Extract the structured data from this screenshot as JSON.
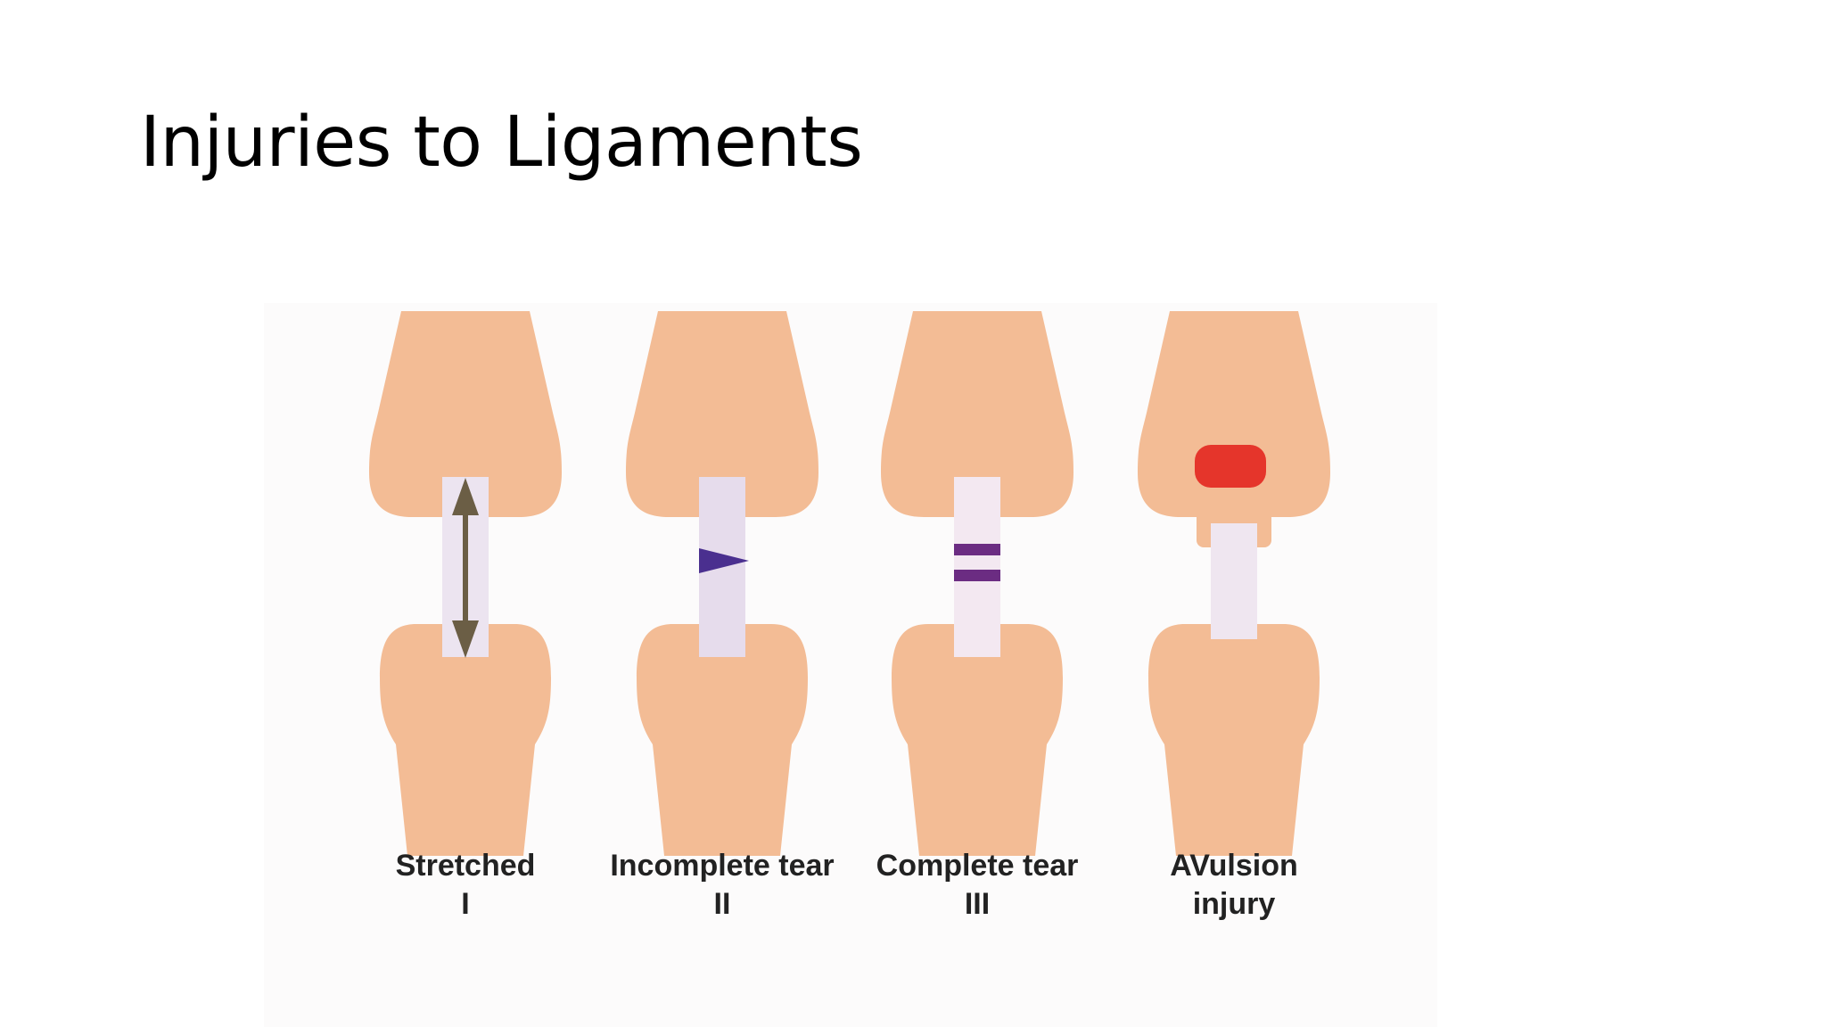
{
  "slide": {
    "title": "Injuries to Ligaments"
  },
  "diagram": {
    "panels": [
      {
        "key": "stretched",
        "caption_line1": "Stretched",
        "caption_line2": "I",
        "ligament_color": "#ece4f0",
        "marker": "double-arrow",
        "marker_color": "#6b5e45"
      },
      {
        "key": "incomplete",
        "caption_line1": "Incomplete tear",
        "caption_line2": "II",
        "ligament_color": "#e6dcec",
        "marker": "wedge",
        "marker_color": "#4a2f8f"
      },
      {
        "key": "complete",
        "caption_line1": "Complete tear",
        "caption_line2": "III",
        "ligament_color": "#f3e8f1",
        "marker": "double-bar",
        "marker_color": "#6b2c82"
      },
      {
        "key": "avulsion",
        "caption_line1": "AVulsion",
        "caption_line2": "injury",
        "ligament_color": "#efe6f0",
        "marker": "bone-fragment",
        "marker_color": "#e5352b"
      }
    ],
    "colors": {
      "bone": "#f3bc95",
      "panel_background": "#fcfbfb"
    }
  }
}
